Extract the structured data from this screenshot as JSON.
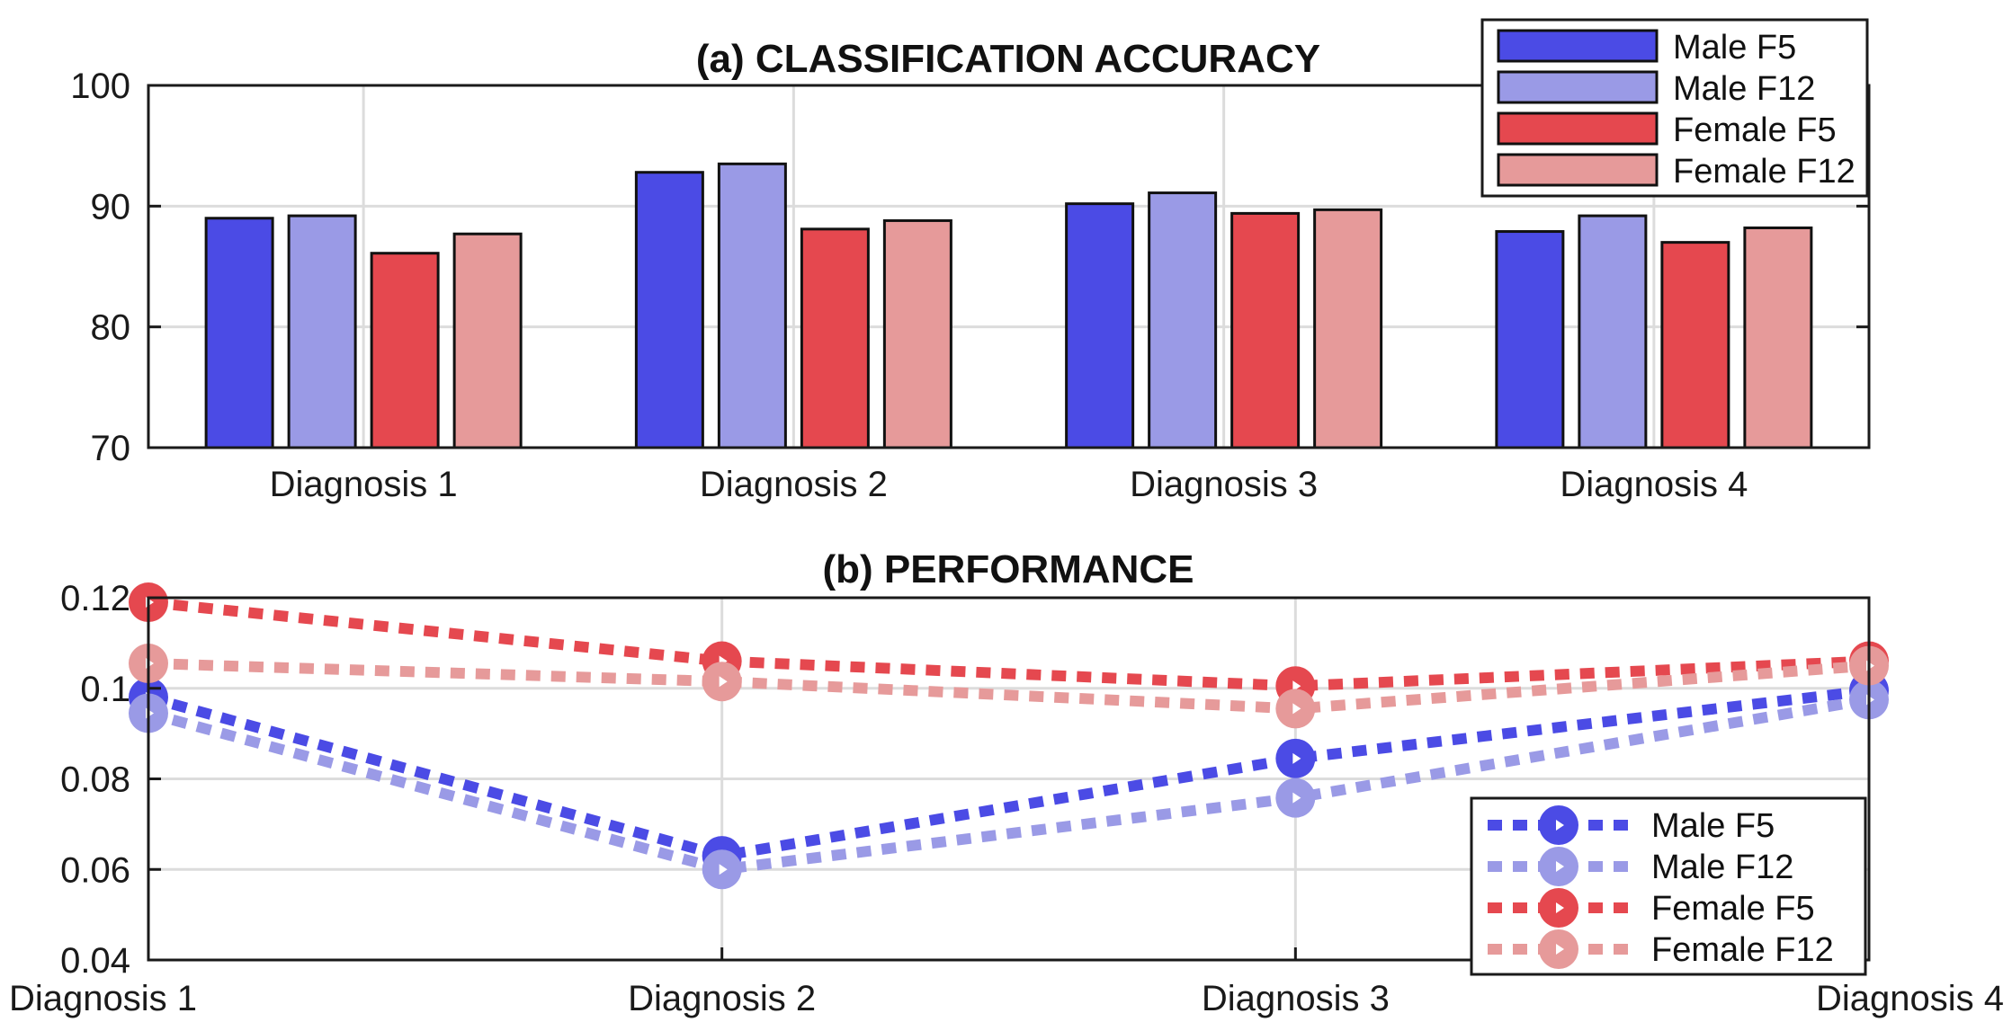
{
  "chart_data": [
    {
      "type": "bar",
      "title": "(a) CLASSIFICATION ACCURACY",
      "xlabel": "",
      "ylabel": "",
      "categories": [
        "Diagnosis 1",
        "Diagnosis 2",
        "Diagnosis 3",
        "Diagnosis 4"
      ],
      "ylim": [
        70,
        100
      ],
      "yticks": [
        "70",
        "80",
        "90",
        "100"
      ],
      "grid": true,
      "legend_position": "top-right",
      "series": [
        {
          "name": "Male F5",
          "color": "#4b4be5",
          "values": [
            89.0,
            92.8,
            90.2,
            87.9
          ]
        },
        {
          "name": "Male F12",
          "color": "#9a9ae6",
          "values": [
            89.2,
            93.5,
            91.1,
            89.2
          ]
        },
        {
          "name": "Female F5",
          "color": "#e5484f",
          "values": [
            86.1,
            88.1,
            89.4,
            87.0
          ]
        },
        {
          "name": "Female F12",
          "color": "#e69a9a",
          "values": [
            87.7,
            88.8,
            89.7,
            88.2
          ]
        }
      ]
    },
    {
      "type": "line",
      "title": "(b) PERFORMANCE",
      "xlabel": "",
      "ylabel": "",
      "categories": [
        "Diagnosis 1",
        "Diagnosis 2",
        "Diagnosis 3",
        "Diagnosis 4"
      ],
      "ylim": [
        0.04,
        0.12
      ],
      "yticks": [
        "0.04",
        "0.06",
        "0.08",
        "0.1",
        "0.12"
      ],
      "grid": true,
      "legend_position": "bottom-right",
      "series": [
        {
          "name": "Male F5",
          "color": "#4b4be5",
          "values": [
            0.098,
            0.063,
            0.0845,
            0.0995
          ]
        },
        {
          "name": "Male F12",
          "color": "#9a9ae6",
          "values": [
            0.0945,
            0.06,
            0.0758,
            0.0975
          ]
        },
        {
          "name": "Female F5",
          "color": "#e5484f",
          "values": [
            0.119,
            0.106,
            0.1005,
            0.106
          ]
        },
        {
          "name": "Female F12",
          "color": "#e69a9a",
          "values": [
            0.1055,
            0.1015,
            0.0955,
            0.105
          ]
        }
      ]
    }
  ]
}
